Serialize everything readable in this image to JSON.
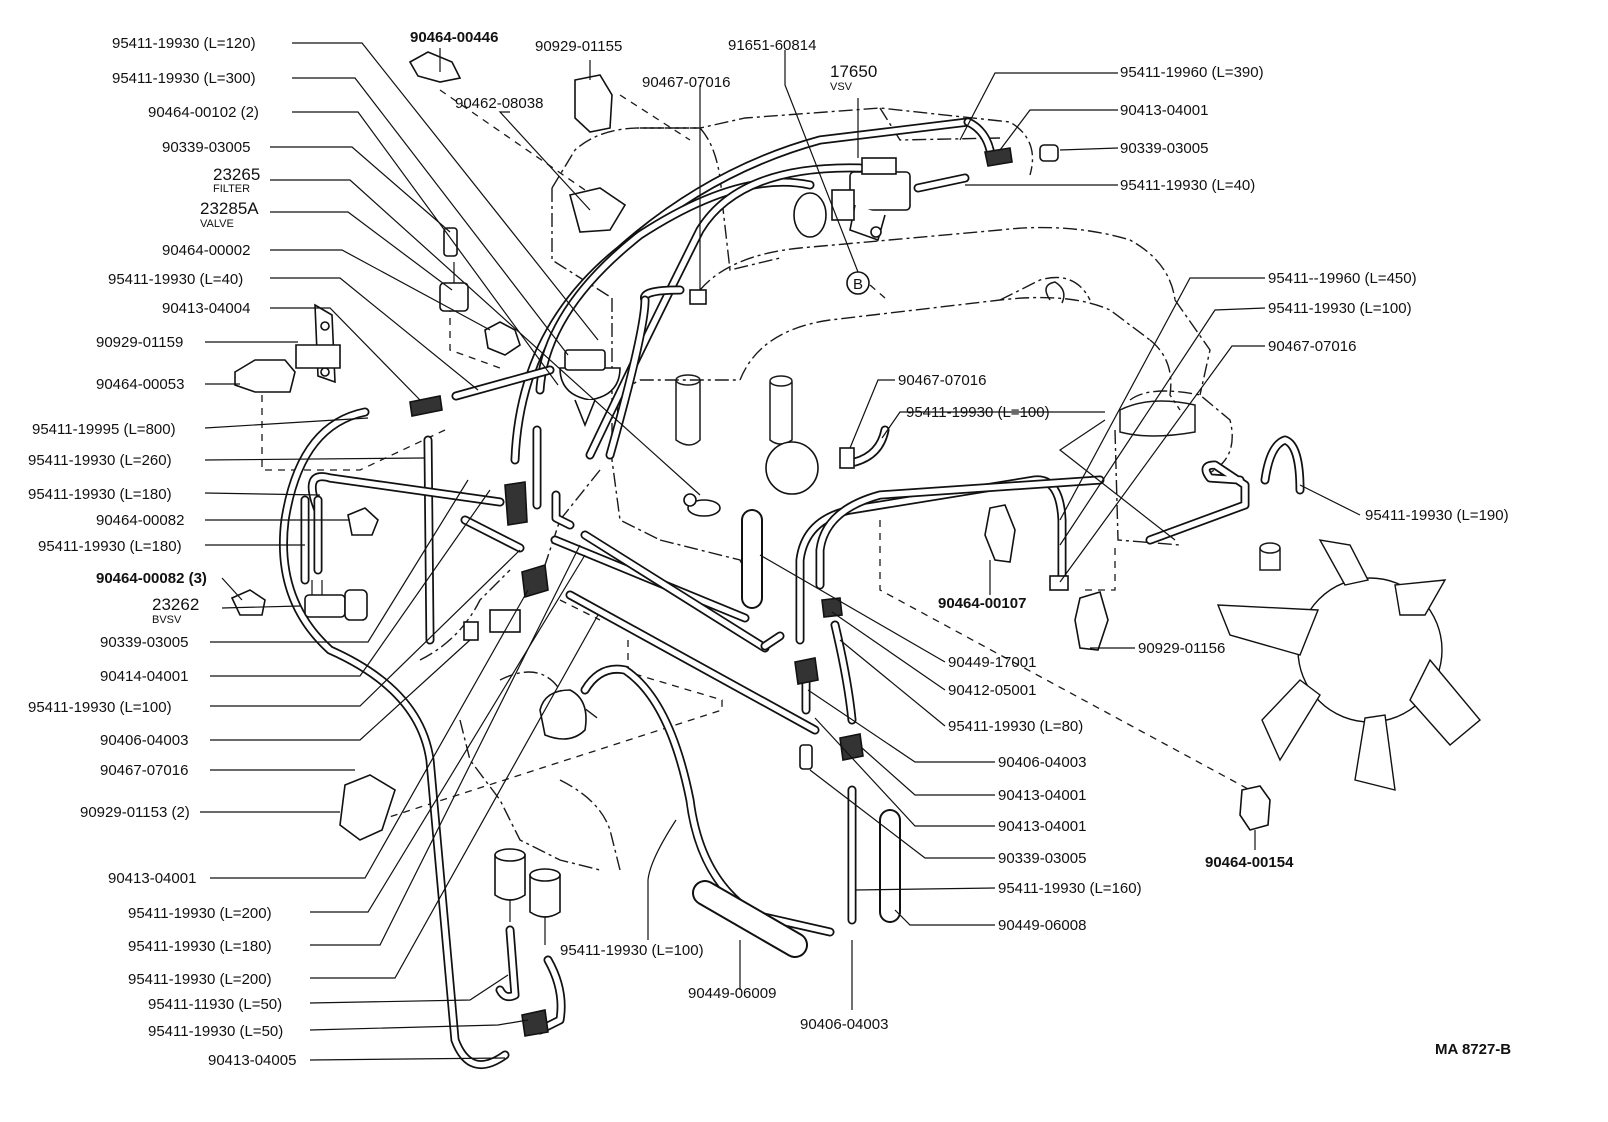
{
  "diagram": {
    "drawing_code": "MA 8727-B",
    "center_marker": "B",
    "labels": {
      "l01": "95411-19930 (L=120)",
      "l02": "95411-19930 (L=300)",
      "l03": "90464-00102 (2)",
      "l04": "90339-03005",
      "l05": "23265",
      "l05s": "FILTER",
      "l06": "23285A",
      "l06s": "VALVE",
      "l07": "90464-00002",
      "l08": "95411-19930 (L=40)",
      "l09": "90413-04004",
      "l10": "90929-01159",
      "l11": "90464-00053",
      "l12": "95411-19995 (L=800)",
      "l13": "95411-19930 (L=260)",
      "l14": "95411-19930 (L=180)",
      "l15": "90464-00082",
      "l16": "95411-19930 (L=180)",
      "l17": "90464-00082 (3)",
      "l18": "23262",
      "l18s": "BVSV",
      "l19": "90339-03005",
      "l20": "90414-04001",
      "l21": "95411-19930 (L=100)",
      "l22": "90406-04003",
      "l23": "90467-07016",
      "l24": "90929-01153 (2)",
      "l25": "90413-04001",
      "l26": "95411-19930 (L=200)",
      "l27": "95411-19930 (L=180)",
      "l28": "95411-19930 (L=200)",
      "l29": "95411-11930 (L=50)",
      "l30": "95411-19930 (L=50)",
      "l31": "90413-04005",
      "t01": "90464-00446",
      "t02": "90929-01155",
      "t03": "90462-08038",
      "t04": "90467-07016",
      "t05": "91651-60814",
      "t06": "17650",
      "t06s": "VSV",
      "r01": "95411-19960 (L=390)",
      "r02": "90413-04001",
      "r03": "90339-03005",
      "r04": "95411-19930 (L=40)",
      "r05": "95411--19960 (L=450)",
      "r06": "95411-19930 (L=100)",
      "r07": "90467-07016",
      "r08": "90467-07016",
      "r09": "95411-19930 (L=100)",
      "r10": "95411-19930 (L=190)",
      "r11": "90464-00107",
      "r12": "90929-01156",
      "r13": "90449-17001",
      "r14": "90412-05001",
      "r15": "95411-19930 (L=80)",
      "r16": "90406-04003",
      "r17": "90413-04001",
      "r18": "90413-04001",
      "r19": "90339-03005",
      "r20": "95411-19930 (L=160)",
      "r21": "90449-06008",
      "r22": "90464-00154",
      "b01": "95411-19930 (L=100)",
      "b02": "90449-06009",
      "b03": "90406-04003"
    }
  }
}
